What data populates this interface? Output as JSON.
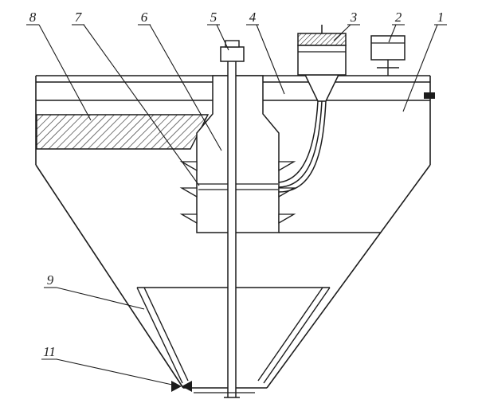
{
  "figure": {
    "background_color": "#ffffff",
    "line_color": "#1c1c1c"
  },
  "callouts": {
    "c1": {
      "label": "1"
    },
    "c2": {
      "label": "2"
    },
    "c3": {
      "label": "3"
    },
    "c4": {
      "label": "4"
    },
    "c5": {
      "label": "5"
    },
    "c6": {
      "label": "6"
    },
    "c7": {
      "label": "7"
    },
    "c8": {
      "label": "8"
    },
    "c9": {
      "label": "9"
    },
    "c11": {
      "label": "11"
    }
  }
}
